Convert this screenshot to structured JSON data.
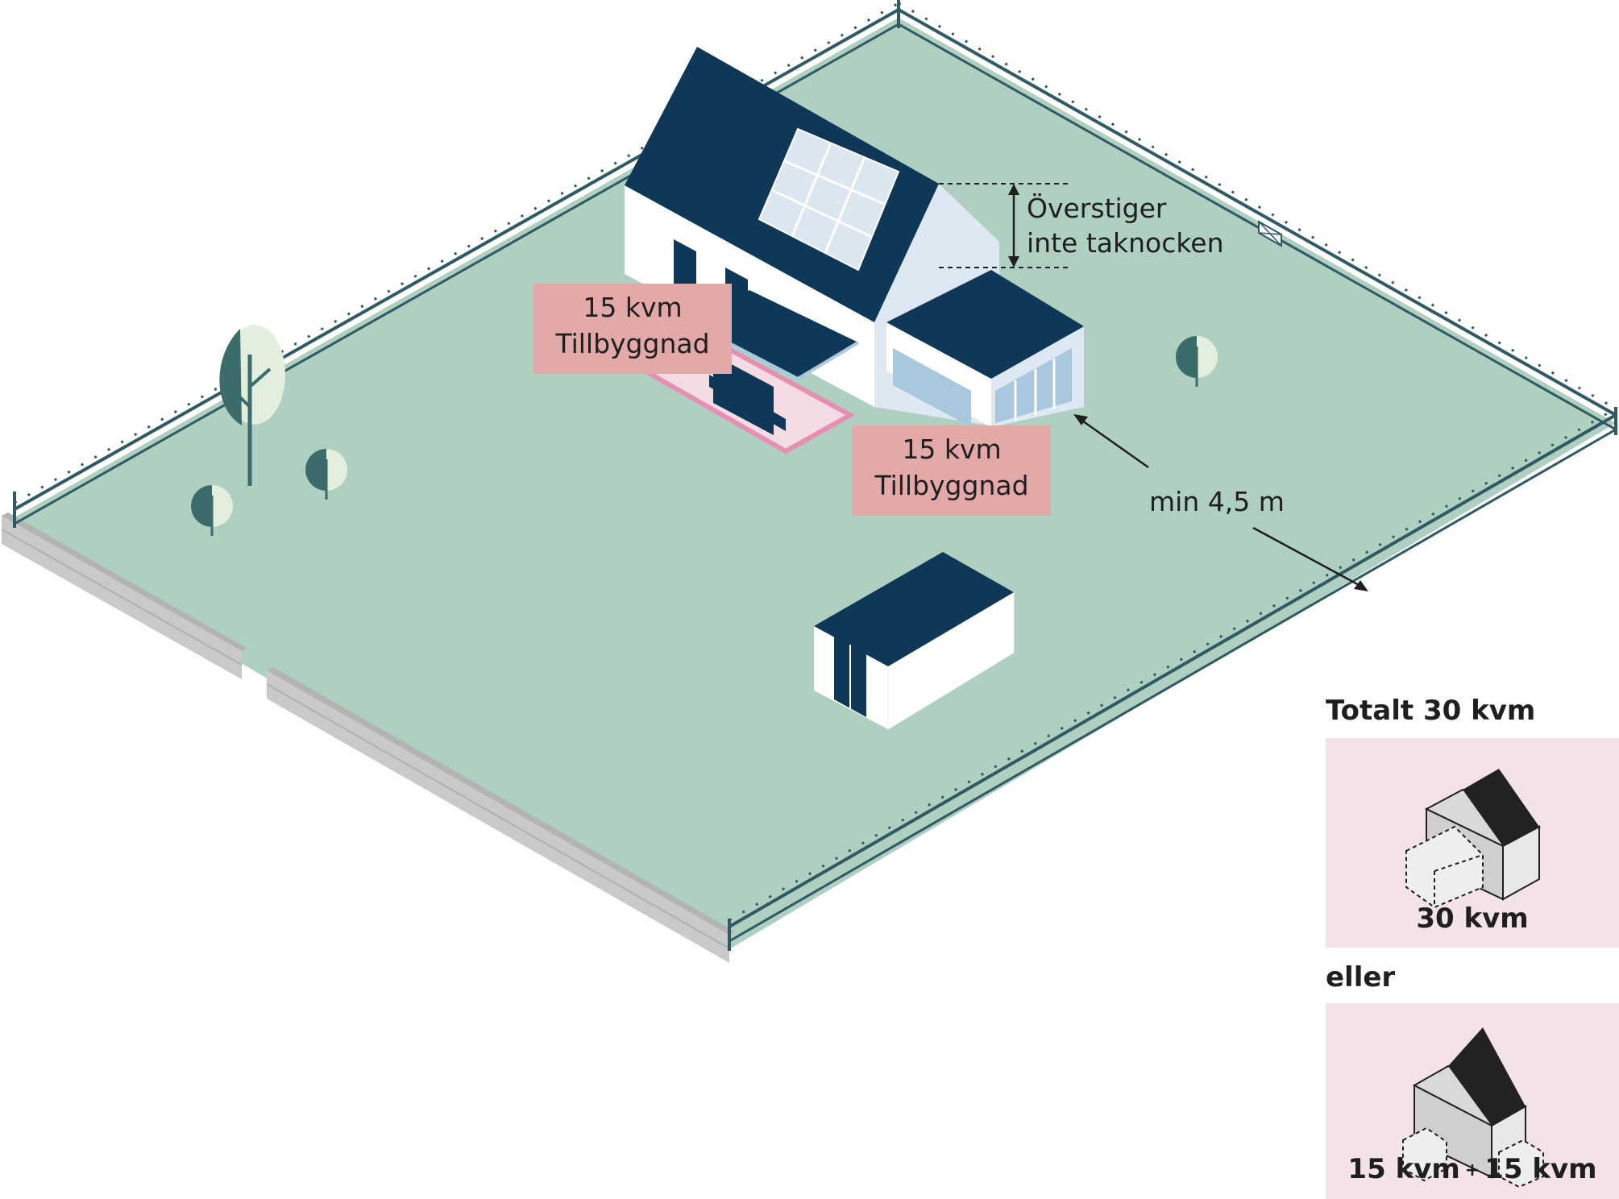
{
  "annotations": {
    "ridge_note_line1": "Överstiger",
    "ridge_note_line2": "inte taknocken",
    "extension_left_area": "15 kvm",
    "extension_left_title": "Tillbyggnad",
    "extension_right_area": "15 kvm",
    "extension_right_title": "Tillbyggnad",
    "distance_label": "min 4,5 m"
  },
  "legend": {
    "total_heading": "Totalt 30 kvm",
    "option_a_caption": "30 kvm",
    "or_label": "eller",
    "option_b_left": "15 kvm",
    "option_b_plus": "+",
    "option_b_right": "15 kvm"
  },
  "colors": {
    "lawn": "#afd0c0",
    "roof": "#0f3858",
    "fence": "#2f5a63",
    "label_box": "#e2a9a8",
    "panel": "#f3e3e8",
    "wall": "#ffffff",
    "wall_shade": "#dde8f2",
    "glass": "#a9c7dd"
  },
  "icons": [
    "house-icon",
    "shed-icon",
    "tree-icon",
    "bush-icon",
    "solar-panel-icon",
    "mailbox-icon",
    "stone-wall-icon",
    "fence-icon",
    "dimension-arrow-icon"
  ]
}
